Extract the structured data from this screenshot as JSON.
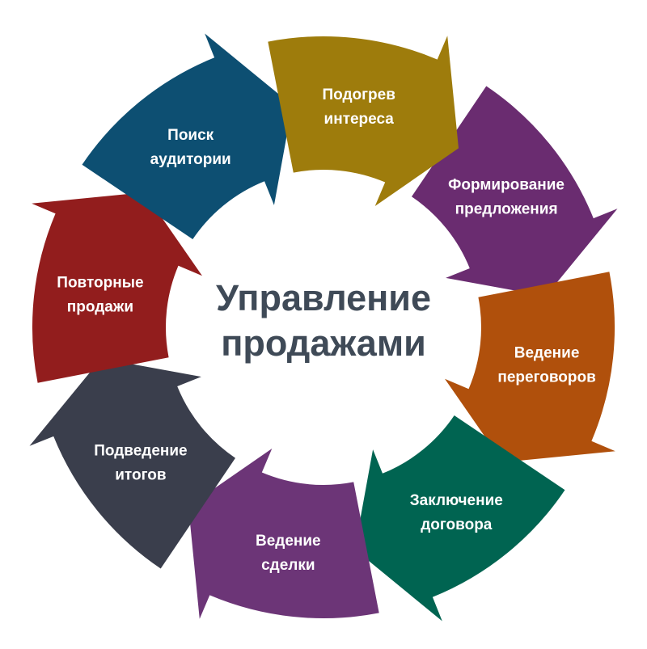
{
  "title": [
    "Управление",
    "продажами"
  ],
  "segments": [
    {
      "lines": [
        "Подогрев",
        "интереса"
      ],
      "color": "#9e7c0c"
    },
    {
      "lines": [
        "Формирование",
        "предложения"
      ],
      "color": "#6a2c70"
    },
    {
      "lines": [
        "Ведение",
        "переговоров"
      ],
      "color": "#b0500c"
    },
    {
      "lines": [
        "Заключение",
        "договора"
      ],
      "color": "#006451"
    },
    {
      "lines": [
        "Ведение",
        "сделки"
      ],
      "color": "#6c3577"
    },
    {
      "lines": [
        "Подведение",
        "итогов"
      ],
      "color": "#3a3e4c"
    },
    {
      "lines": [
        "Повторные",
        "продажи"
      ],
      "color": "#921d1d"
    },
    {
      "lines": [
        "Поиск",
        "аудитории"
      ],
      "color": "#0d4f72"
    }
  ]
}
